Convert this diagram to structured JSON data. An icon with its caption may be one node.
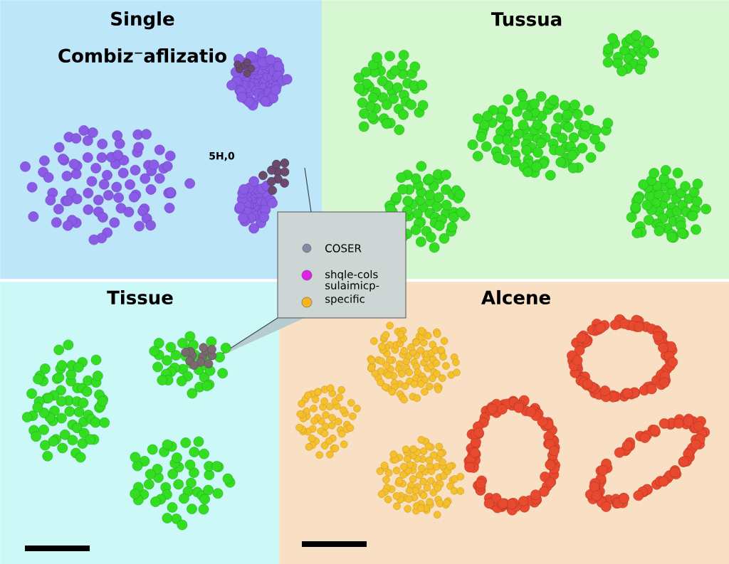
{
  "diagram": {
    "nodes": [
      {
        "text": [
          "Single Combiz⁻aflizatio"
        ]
      },
      {
        "text": [
          "Tussua"
        ]
      },
      {
        "text": [
          "Tissue"
        ]
      },
      {
        "text": [
          "Alcene"
        ]
      }
    ],
    "labels": [
      "5H,0"
    ],
    "legend": [
      {
        "text": "COSER",
        "color": "#8a86a8"
      },
      {
        "text": "shqle-cols",
        "color": "#e020e8"
      },
      {
        "text": "sulaimicp-specific",
        "color": "#f5b41e"
      }
    ]
  }
}
